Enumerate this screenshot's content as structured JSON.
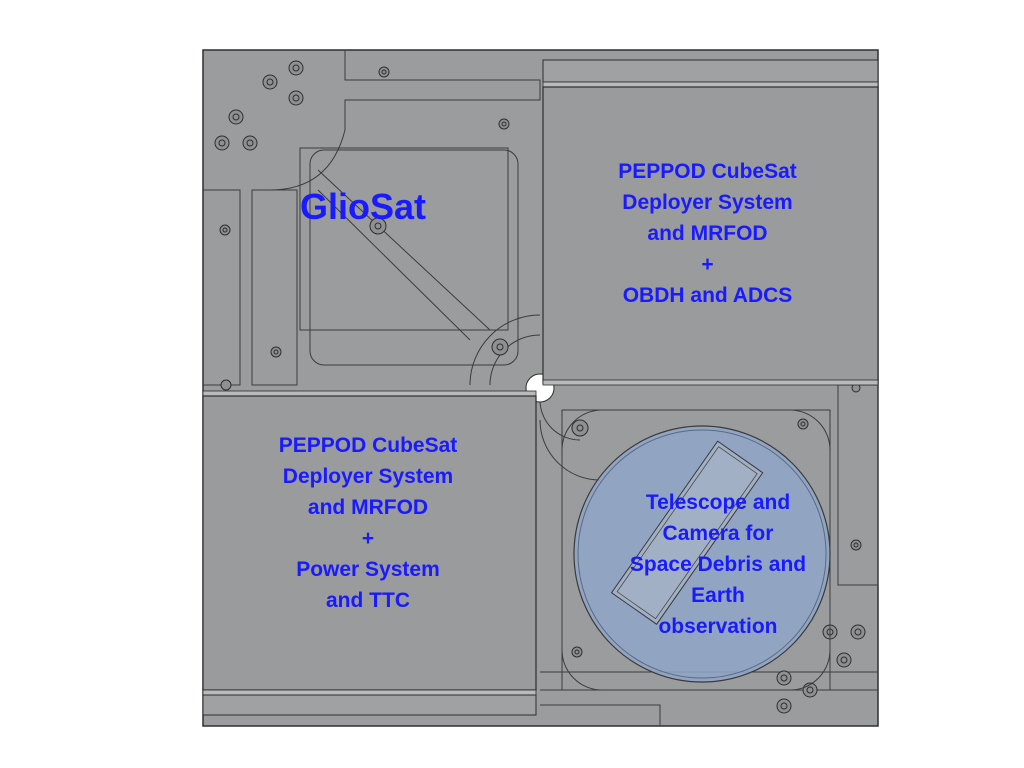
{
  "title": "GlioSat",
  "panels": {
    "top_right": {
      "lines": [
        "PEPPOD CubeSat",
        "Deployer System",
        "and MRFOD",
        "+",
        "OBDH and ADCS"
      ]
    },
    "bottom_left": {
      "lines": [
        "PEPPOD CubeSat",
        "Deployer System",
        "and MRFOD",
        "+",
        "Power System",
        "and TTC"
      ]
    },
    "telescope": {
      "lines": [
        "Telescope and",
        "Camera for",
        "Space Debris and",
        "Earth",
        "observation"
      ]
    }
  },
  "colors": {
    "label_text": "#1a1aff",
    "plate": "#9a9c9e",
    "panel": "#999b9d",
    "outline": "#3a3a3a",
    "lens_fill": "#8fa6c8"
  }
}
